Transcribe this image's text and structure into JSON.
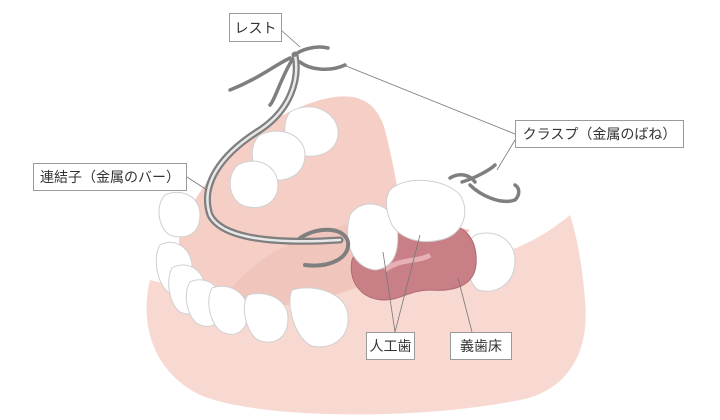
{
  "labels": {
    "rest": "レスト",
    "clasp": "クラスプ（金属のばね）",
    "connector": "連結子（金属のバー）",
    "artificial_tooth": "人工歯",
    "denture_base": "義歯床"
  },
  "colors": {
    "gum": "#f7d9d2",
    "gum_dark": "#f0c5bc",
    "denture_base": "#c97f86",
    "tooth": "#ffffff",
    "tooth_outline": "#cfcfcf",
    "metal": "#8a8a8a",
    "leader": "#777777"
  }
}
